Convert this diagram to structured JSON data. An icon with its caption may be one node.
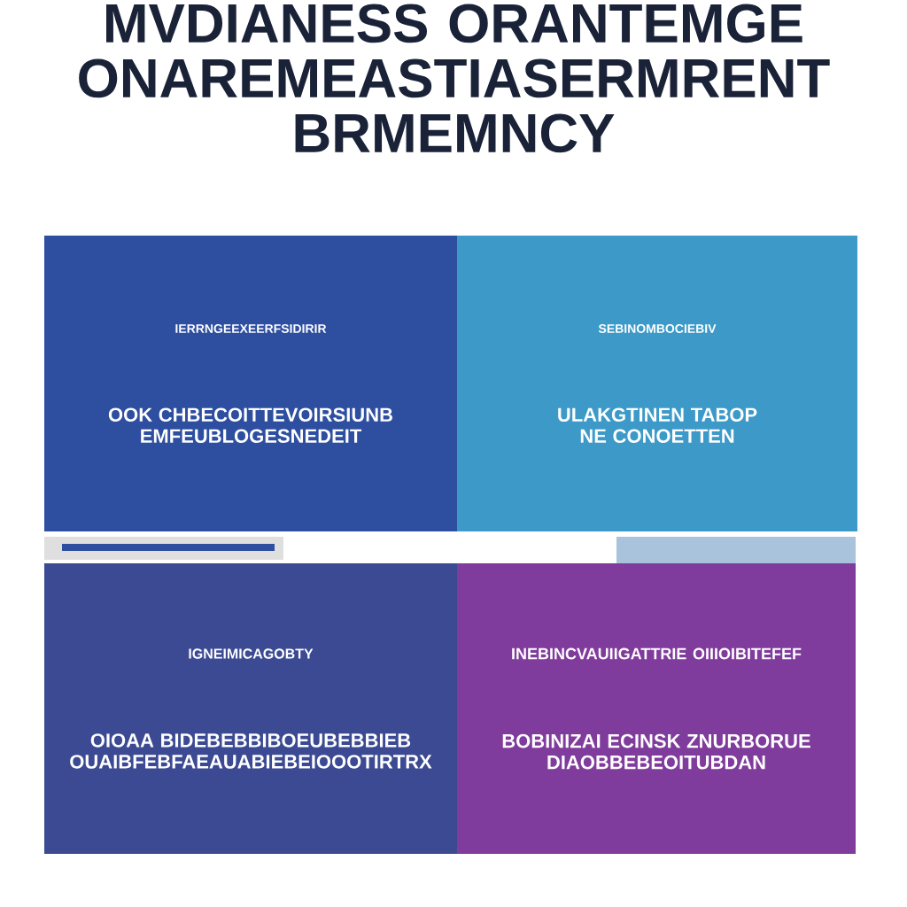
{
  "diagram": {
    "title": "MVDIANESS ORANTEMGE ONAREMEASTIASERMRENT BRMEMNCY",
    "nodes": [
      {
        "text": [
          "IERRNGEEXEERFSIDIRIR",
          "OOK CHBECOITTEVOIRSIUNB EMFEUBLOGESNEDEIT"
        ]
      },
      {
        "text": [
          "SEBINOMBOCIEBIV",
          "ULAKGTINEN TABOP NE CONOETTEN"
        ]
      },
      {
        "text": [
          "IGNEIMICAGOBTY",
          "OIOAA BIDEBEBBIBOEUBEBBIEB OUAIBFEBFAEAUABIEBEIOOOTIRTRX"
        ]
      },
      {
        "text": [
          "INEBINCVAUIIGATTRIE OIIIOIBITEFEF",
          "BOBINIZAI ECINSK ZNURBORUE DIAOBBEBEOITUBDAN"
        ]
      }
    ]
  }
}
